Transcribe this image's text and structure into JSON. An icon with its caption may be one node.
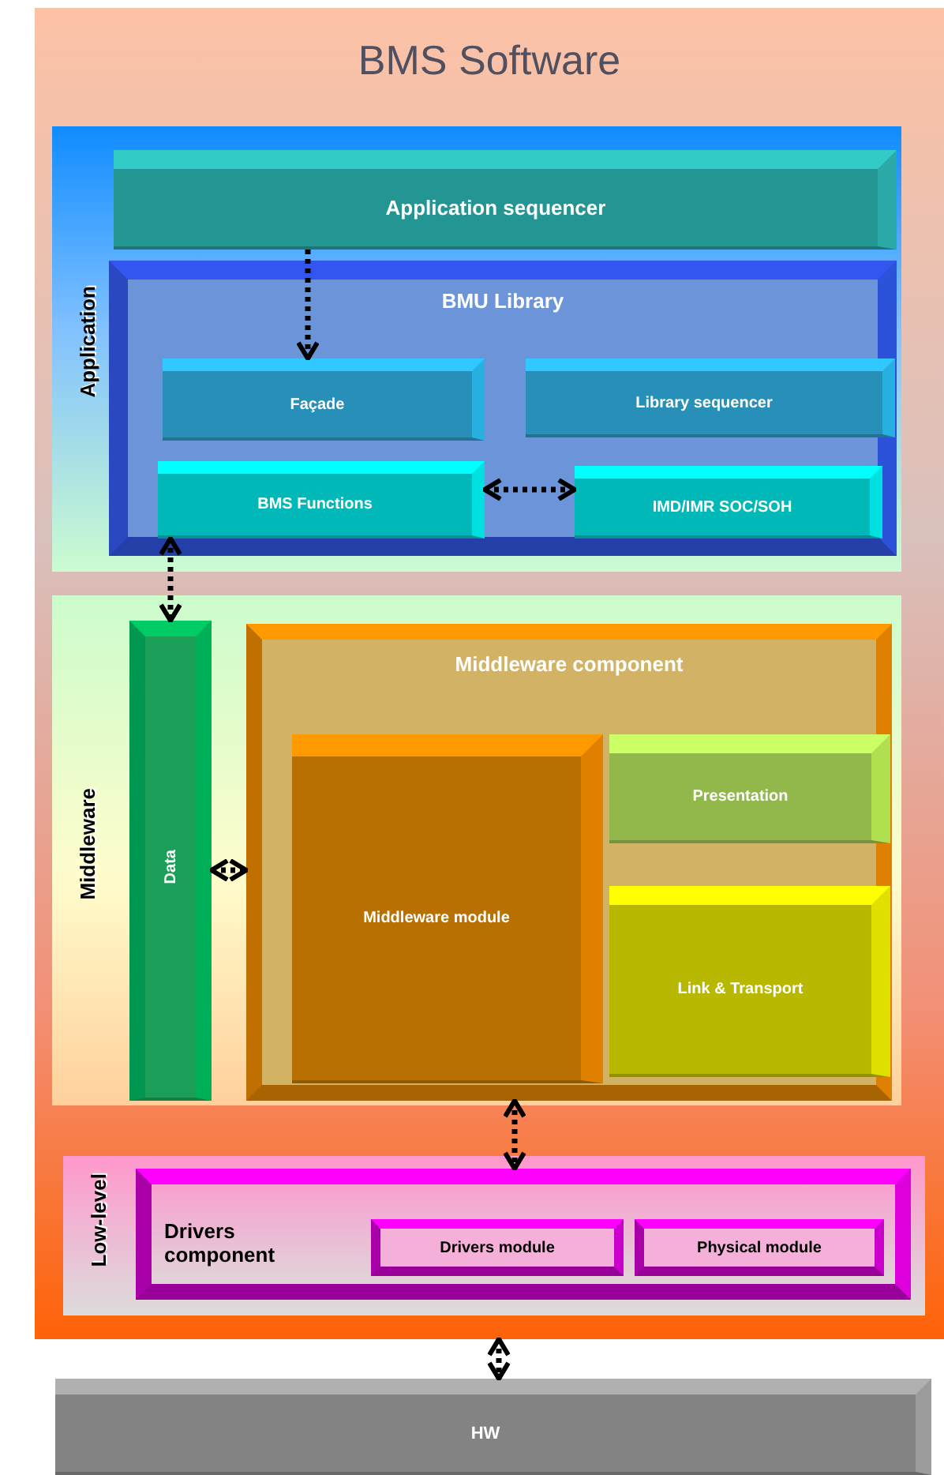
{
  "diagram": {
    "nodes": [
      {
        "text": [
          "BMS Software"
        ]
      },
      {
        "text": [
          "Application"
        ],
        "in": 0
      },
      {
        "text": [
          "Application sequencer"
        ],
        "in": 1
      },
      {
        "text": [
          "BMU Library"
        ],
        "in": 1
      },
      {
        "text": [
          "Façade"
        ],
        "in": 3
      },
      {
        "text": [
          "Library sequencer"
        ],
        "in": 3
      },
      {
        "text": [
          "BMS Functions"
        ],
        "in": 3
      },
      {
        "text": [
          "IMD/IMR SOC/SOH"
        ],
        "in": 3
      },
      {
        "text": [
          "Middleware"
        ],
        "in": 0
      },
      {
        "text": [
          "Data"
        ],
        "in": 8
      },
      {
        "text": [
          "Middleware component"
        ],
        "in": 8
      },
      {
        "text": [
          "Middleware module"
        ],
        "in": 10
      },
      {
        "text": [
          "Presentation"
        ],
        "in": 10
      },
      {
        "text": [
          "Link & Transport"
        ],
        "in": 10
      },
      {
        "text": [
          "Low-level"
        ],
        "in": 0
      },
      {
        "text": [
          "Drivers component"
        ],
        "in": 14
      },
      {
        "text": [
          "Drivers module"
        ],
        "in": 15
      },
      {
        "text": [
          "Physical module"
        ],
        "in": 15
      },
      {
        "text": [
          "HW"
        ]
      }
    ],
    "edges": [
      {
        "from": 2,
        "to": 4,
        "arrow": "to",
        "style": "dashed"
      },
      {
        "from": 6,
        "to": 7,
        "arrow": "both",
        "style": "dashed"
      },
      {
        "from": 6,
        "to": 9,
        "arrow": "both",
        "style": "dashed"
      },
      {
        "from": 9,
        "to": 10,
        "arrow": "both",
        "style": "dashed"
      },
      {
        "from": 10,
        "to": 15,
        "arrow": "both",
        "style": "dashed"
      },
      {
        "from": 0,
        "to": 18,
        "arrow": "both",
        "style": "dashed"
      }
    ]
  }
}
